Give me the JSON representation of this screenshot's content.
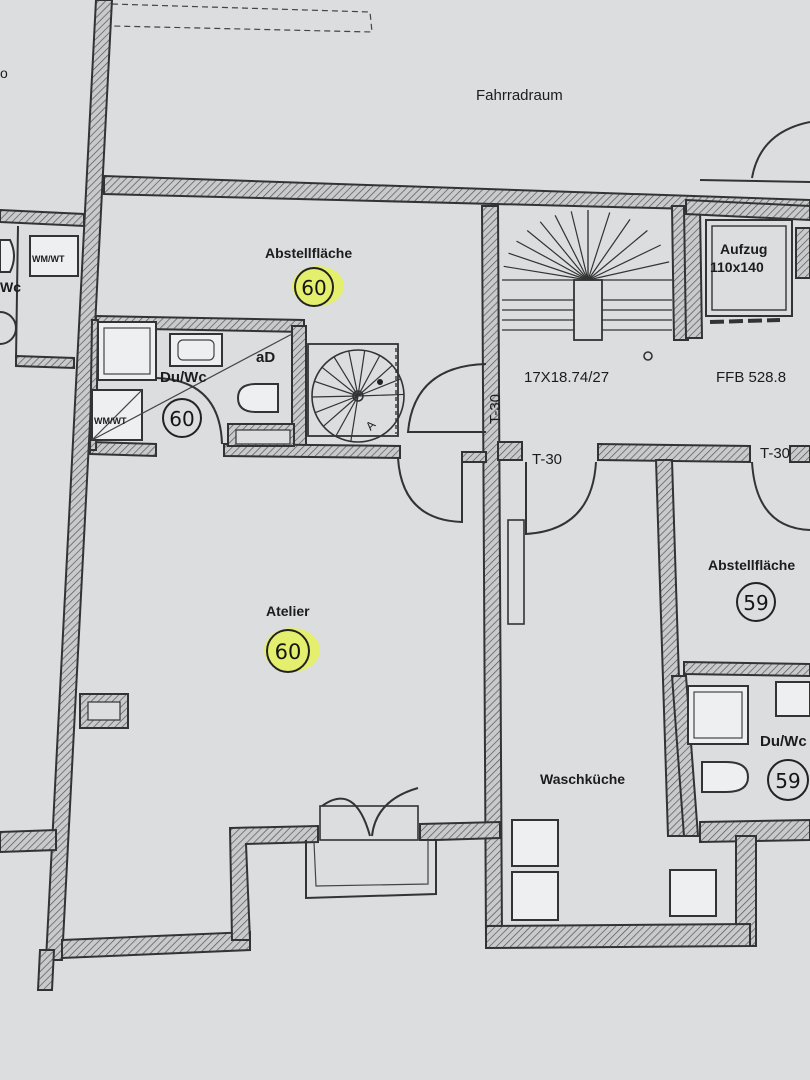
{
  "rooms": {
    "fahrradraum": "Fahrradraum",
    "abstellflaeche_top": "Abstellfläche",
    "abstellflaeche_top_no": "60",
    "duwc_left": "Du/Wc",
    "duwc_left_no": "60",
    "aufzug": "Aufzug",
    "aufzug_size": "110x140",
    "atelier": "Atelier",
    "atelier_no": "60",
    "abstellflaeche_right": "Abstellfläche",
    "abstellflaeche_right_no": "59",
    "duwc_right": "Du/Wc",
    "duwc_right_no": "59",
    "waschkueche": "Waschküche",
    "left_edge": "o",
    "left_wc": "Wc"
  },
  "labels": {
    "wmwt": "WM/WT",
    "ad": "aD",
    "stairs": "17X18.74/27",
    "ffb": "FFB 528.8",
    "t30": "T-30",
    "stair_arrow": "A"
  },
  "colors": {
    "highlight": "#e6f25a",
    "paper": "#d9dadc",
    "ink": "#2a2a2a"
  }
}
